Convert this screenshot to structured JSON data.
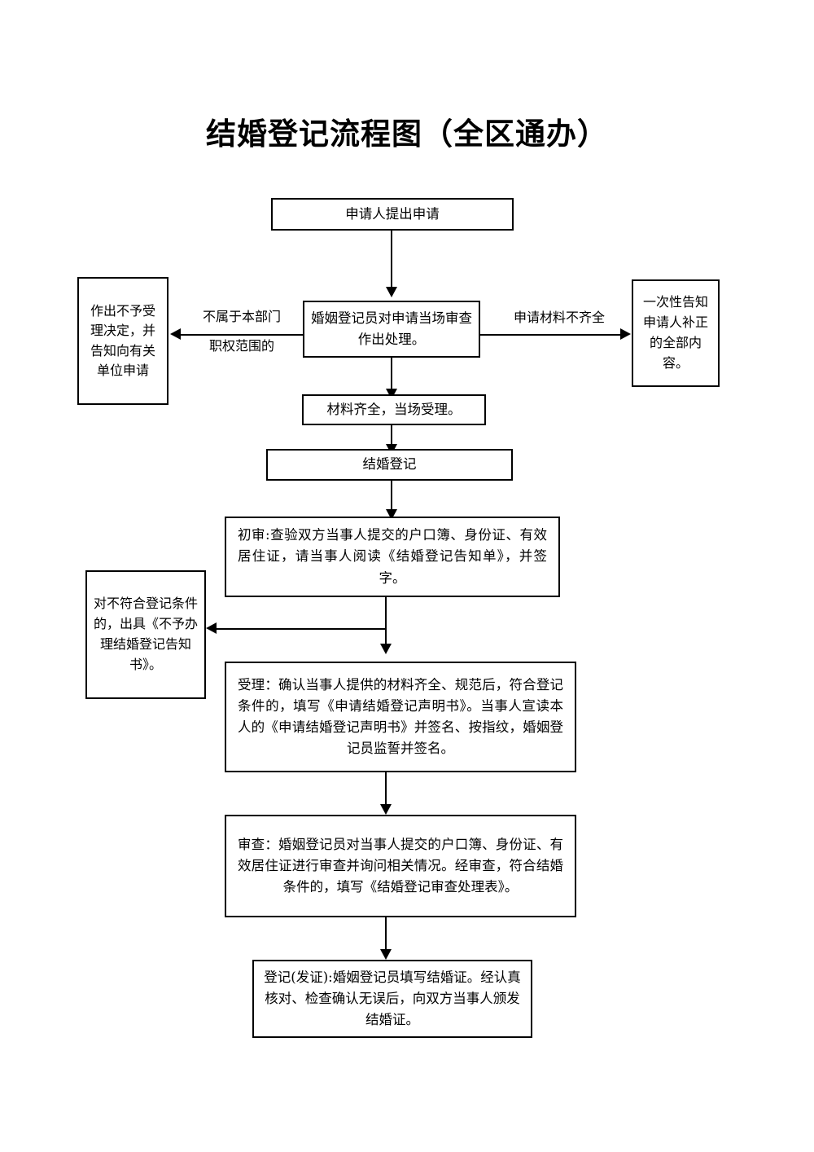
{
  "document": {
    "title": "结婚登记流程图（全区通办）"
  },
  "nodes": {
    "apply": "申请人提出申请",
    "reject_not_jurisdiction": "作出不予受理决定，并告知向有关单位申请",
    "onsite_review": "婚姻登记员对申请当场审查作出处理。",
    "one_time_notice": "一次性告知申请人补正的全部内容。",
    "materials_complete": "材料齐全，当场受理。",
    "marriage_registration": "结婚登记",
    "preliminary_review": "初审:查验双方当事人提交的户口簿、身份证、有效居住证，请当事人阅读《结婚登记告知单》，并签字。",
    "not_qualified_notice": "对不符合登记条件的，出具《不予办理结婚登记告知书》。",
    "acceptance": "受理：确认当事人提供的材料齐全、规范后，符合登记条件的，填写《申请结婚登记声明书》。当事人宣读本人的《申请结婚登记声明书》并签名、按指纹，婚姻登记员监誓并签名。",
    "examination": "审查：婚姻登记员对当事人提交的户口簿、身份证、有效居住证进行审查并询问相关情况。经审查，符合结婚条件的，填写《结婚登记审查处理表》。",
    "issue_certificate": "登记(发证):婚姻登记员填写结婚证。经认真核对、检查确认无误后，向双方当事人颁发结婚证。"
  },
  "edge_labels": {
    "not_in_jurisdiction": "不属于本部门\n职权范围的",
    "not_in_jurisdiction_line1": "不属于本部门",
    "not_in_jurisdiction_line2": "职权范围的",
    "materials_incomplete": "申请材料不齐全"
  },
  "colors": {
    "stroke": "#000000",
    "background": "#ffffff",
    "text": "#000000"
  }
}
